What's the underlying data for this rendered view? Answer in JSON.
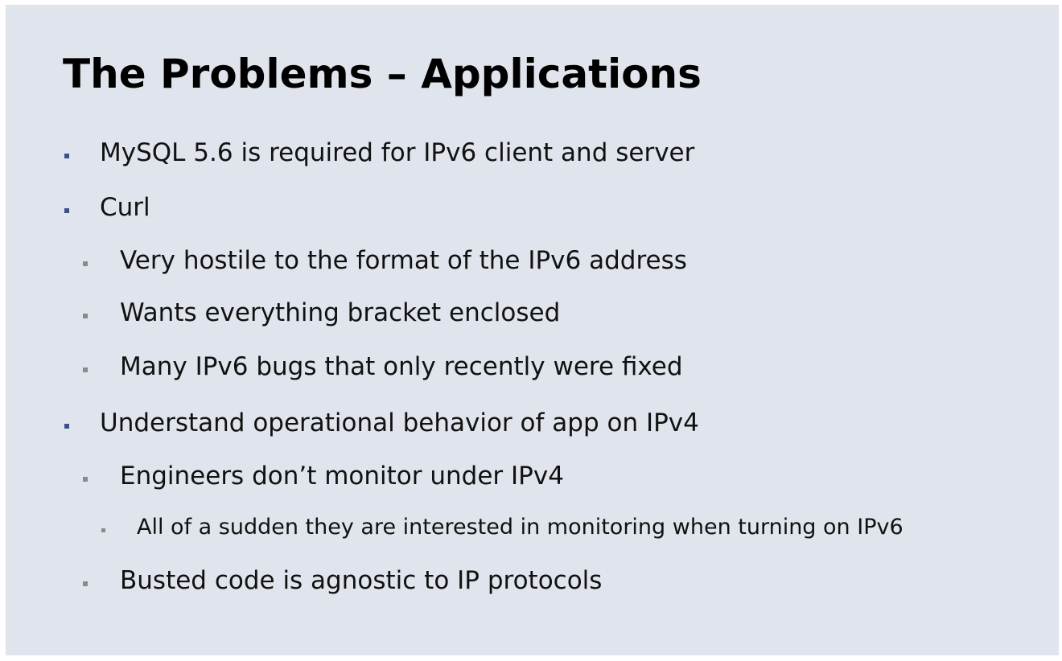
{
  "slide": {
    "title": "The Problems – Applications",
    "colors": {
      "background": "#e0e4ec",
      "level1_bullet": "#3a4f8c",
      "sub_bullet": "#8a8a8a",
      "text": "#111111"
    },
    "bullets": [
      {
        "level": 1,
        "text": "MySQL 5.6 is required for IPv6 client and server"
      },
      {
        "level": 1,
        "text": "Curl"
      },
      {
        "level": 2,
        "text": "Very hostile to the format of the IPv6 address"
      },
      {
        "level": 2,
        "text": "Wants everything bracket enclosed"
      },
      {
        "level": 2,
        "text": "Many IPv6 bugs that only recently were fixed"
      },
      {
        "level": 1,
        "text": "Understand operational behavior of app on IPv4"
      },
      {
        "level": 2,
        "text": "Engineers don’t monitor under IPv4"
      },
      {
        "level": 3,
        "text": "All of a sudden they are interested in monitoring when turning on IPv6"
      },
      {
        "level": 2,
        "text": "Busted code is agnostic to IP protocols"
      }
    ]
  }
}
